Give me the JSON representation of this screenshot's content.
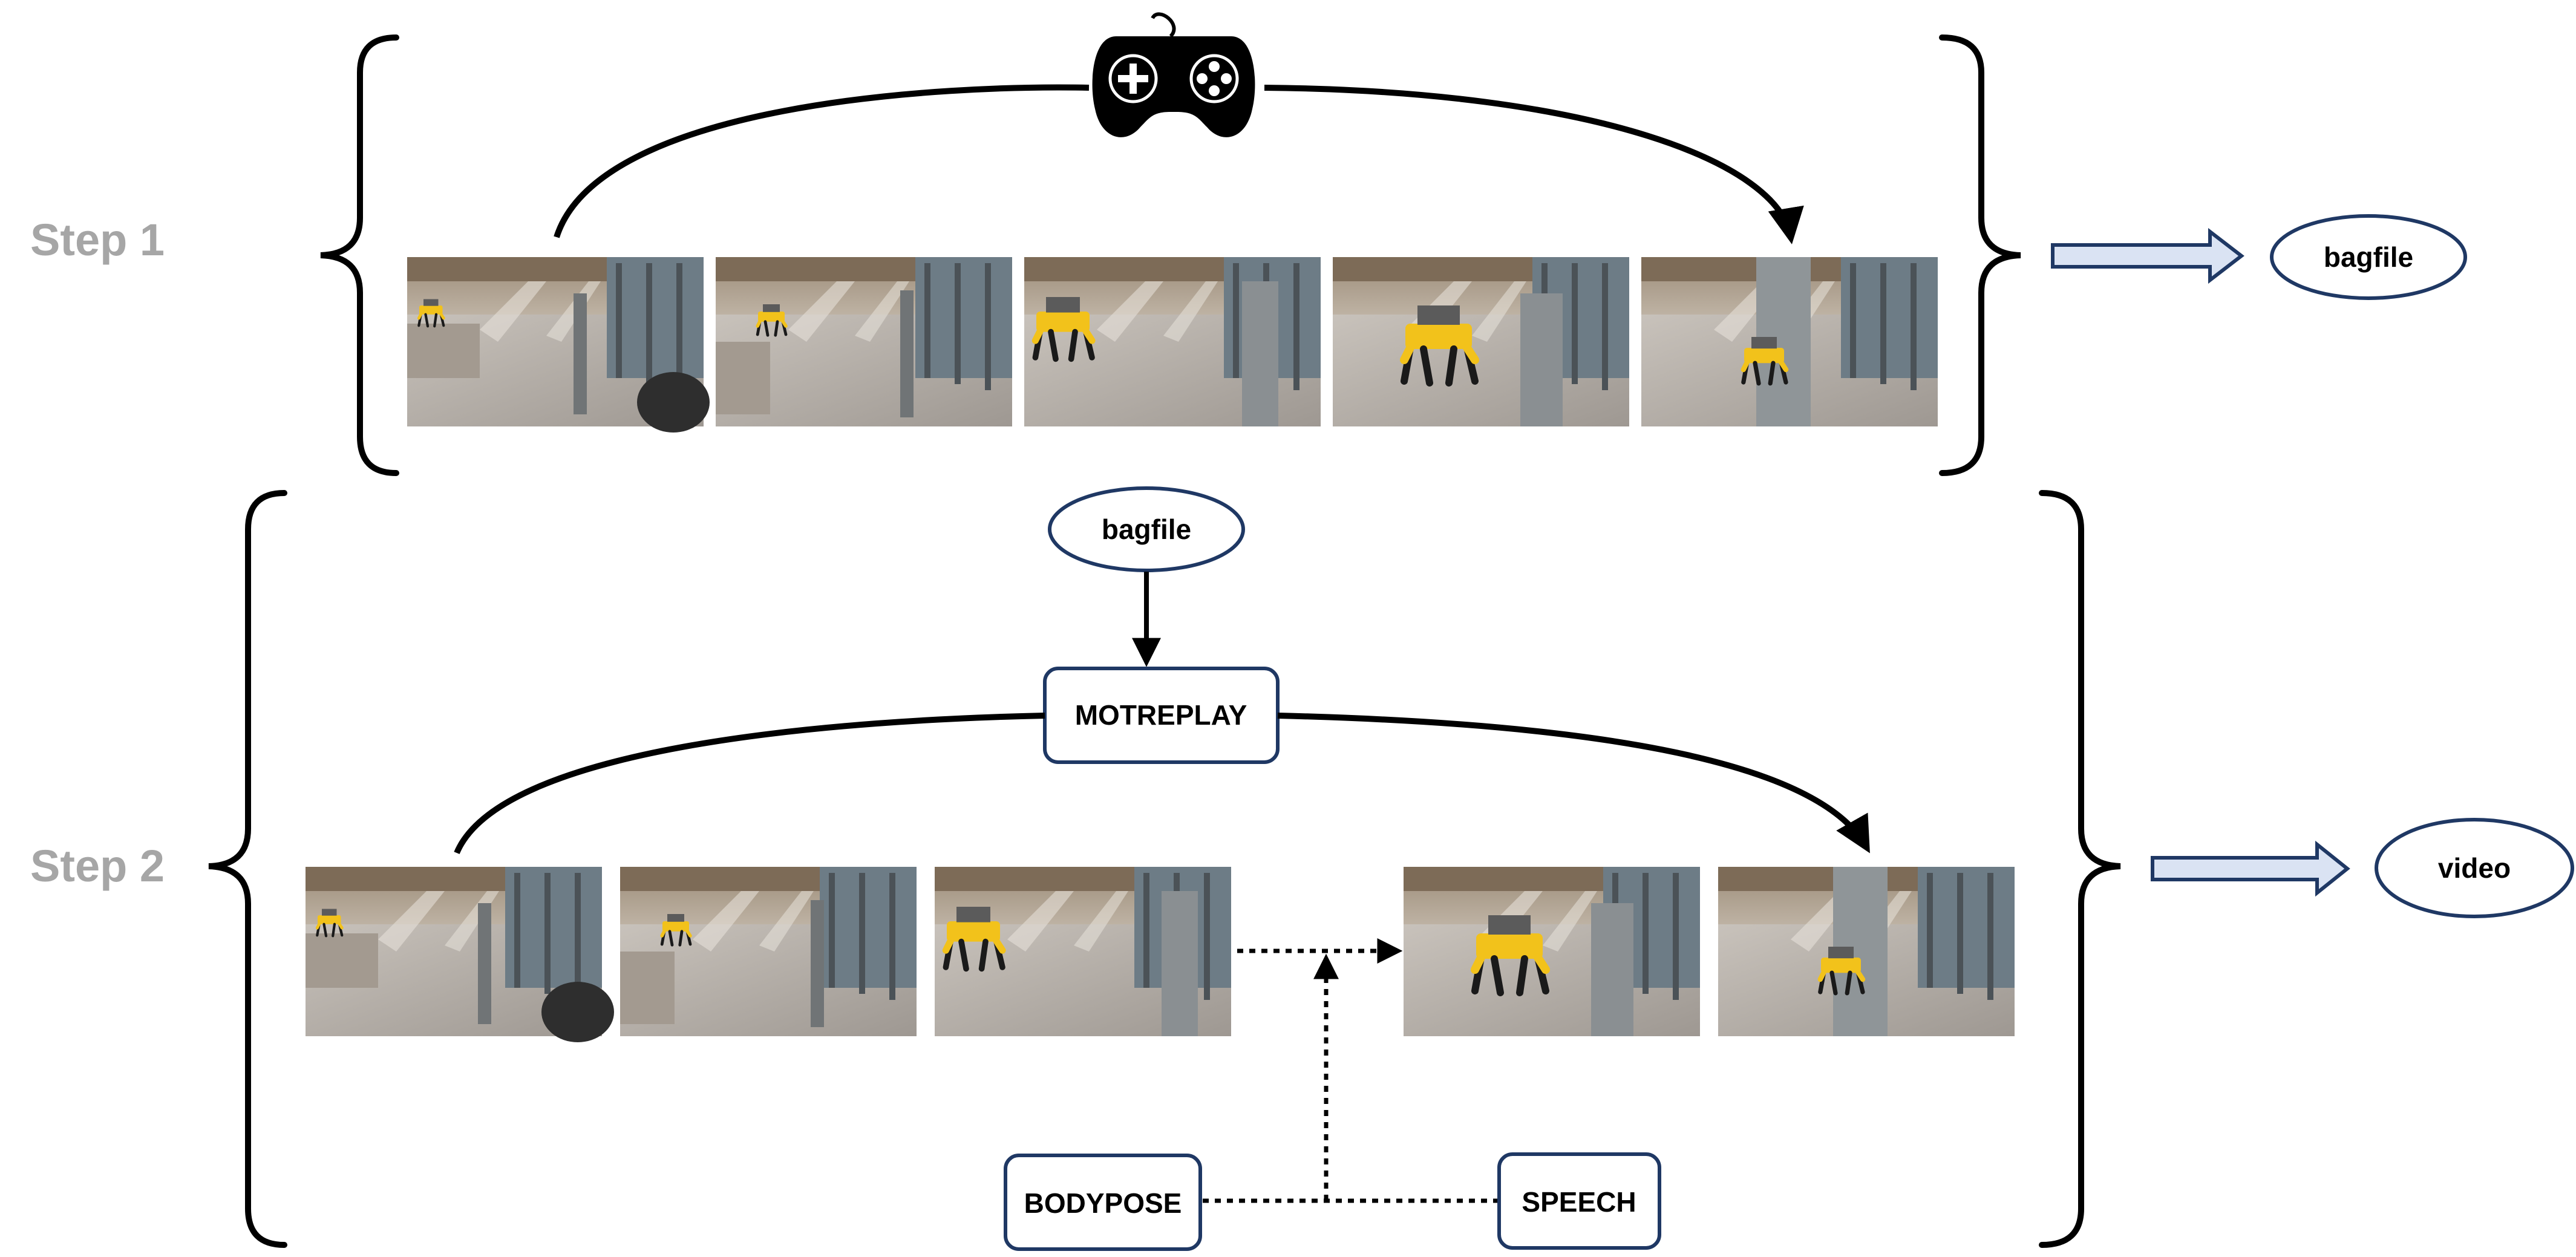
{
  "steps": [
    {
      "label": "Step 1"
    },
    {
      "label": "Step 2"
    }
  ],
  "step1": {
    "controller_icon": "gamepad-icon",
    "output_node": "bagfile",
    "frames": [
      "robot-frame-1",
      "robot-frame-2",
      "robot-frame-3",
      "robot-frame-4",
      "robot-frame-5"
    ]
  },
  "step2": {
    "input_node": "bagfile",
    "replay_node": "MOTREPLAY",
    "bodypose_node": "BODYPOSE",
    "speech_node": "SPEECH",
    "output_node": "video",
    "frames": [
      "robot-frame-1",
      "robot-frame-2",
      "robot-frame-3",
      "robot-frame-4",
      "robot-frame-5"
    ]
  },
  "colors": {
    "step_label": "#a6a6a6",
    "node_border": "#1f3864",
    "arrow_fill": "#dae3f3",
    "arrow_stroke": "#1f3864",
    "robot_yellow": "#f2c21b"
  }
}
